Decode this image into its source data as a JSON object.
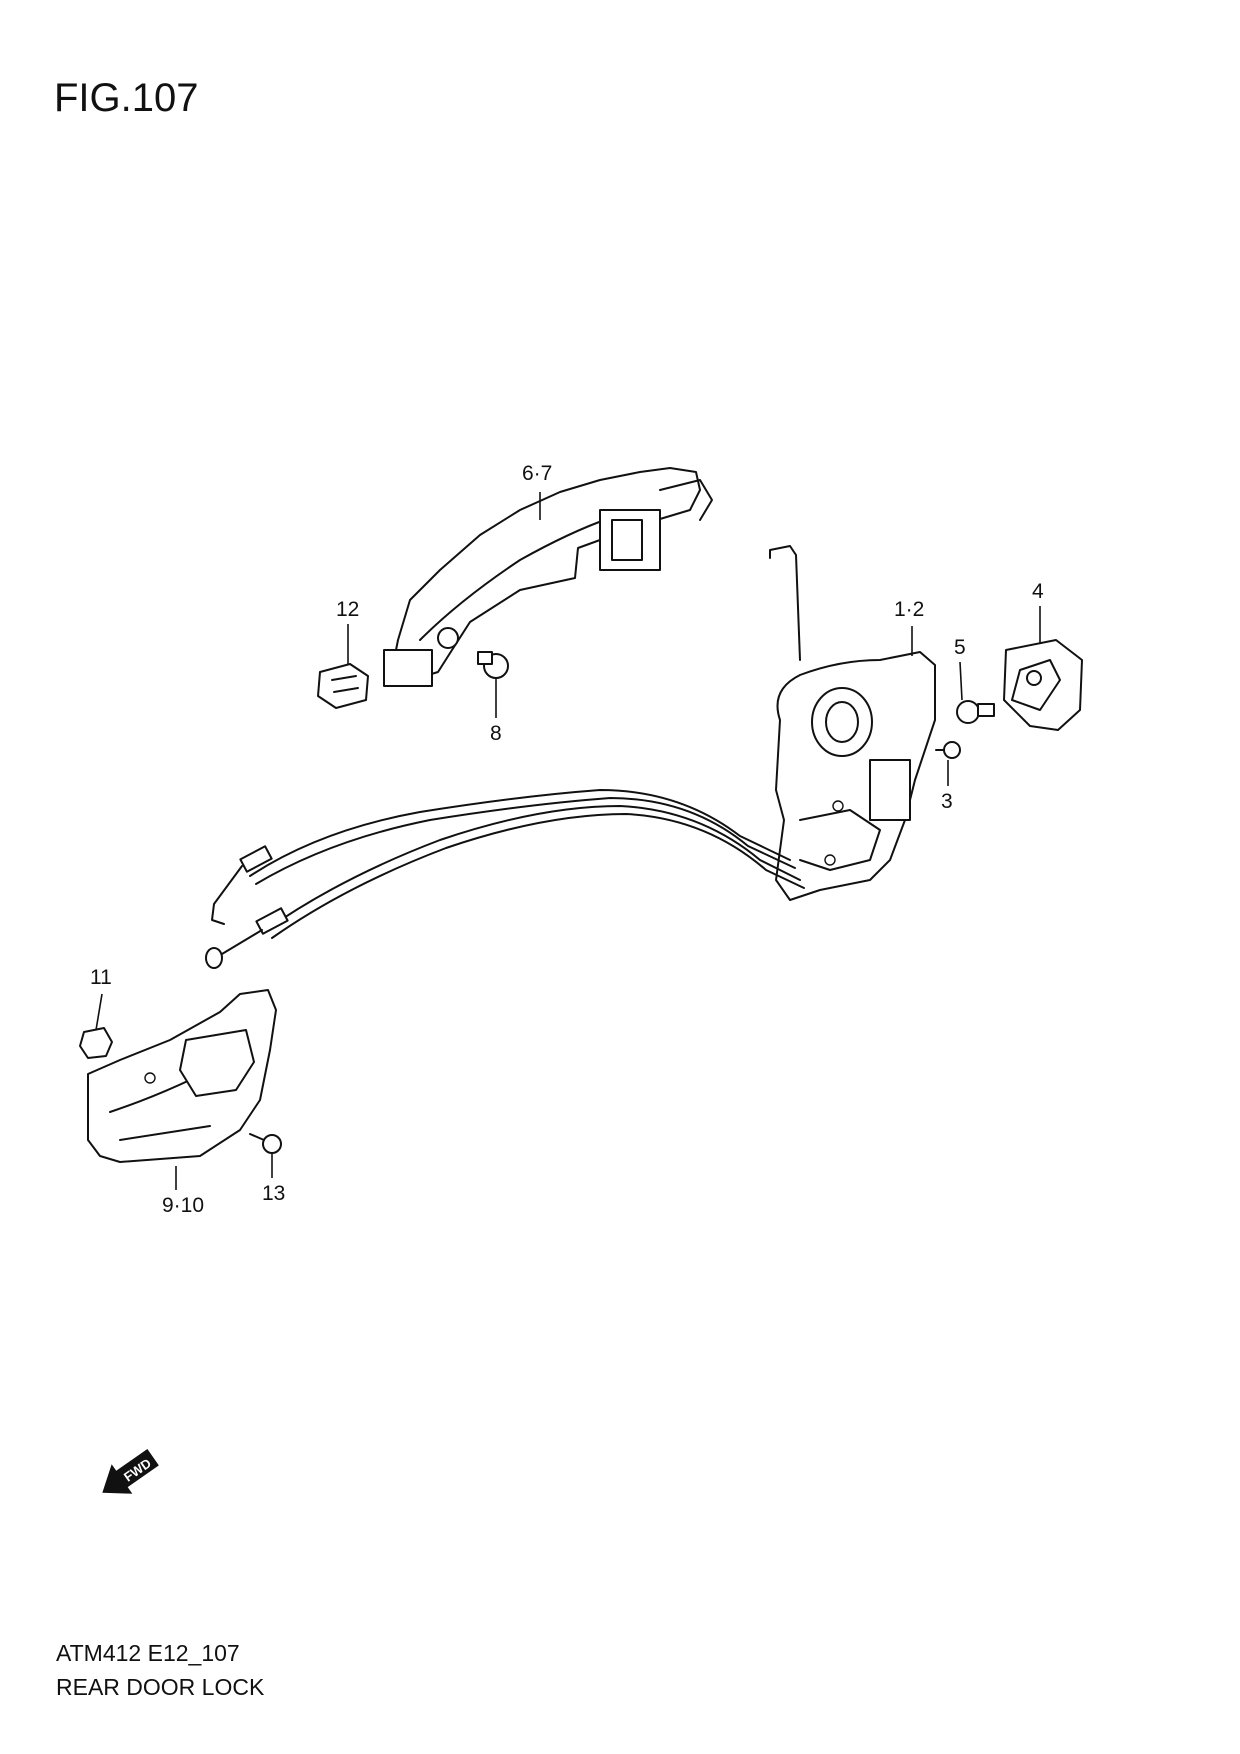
{
  "figure": {
    "title": "FIG.107"
  },
  "callouts": [
    {
      "id": "c67",
      "label": "6·7"
    },
    {
      "id": "c12",
      "label": "12"
    },
    {
      "id": "c8",
      "label": "8"
    },
    {
      "id": "c12b",
      "label": "1·2"
    },
    {
      "id": "c4",
      "label": "4"
    },
    {
      "id": "c5",
      "label": "5"
    },
    {
      "id": "c3",
      "label": "3"
    },
    {
      "id": "c11",
      "label": "11"
    },
    {
      "id": "c910",
      "label": "9·10"
    },
    {
      "id": "c13",
      "label": "13"
    }
  ],
  "direction_badge": {
    "label": "FWD"
  },
  "footer": {
    "code": "ATM412 E12_107",
    "name": "REAR DOOR LOCK"
  }
}
